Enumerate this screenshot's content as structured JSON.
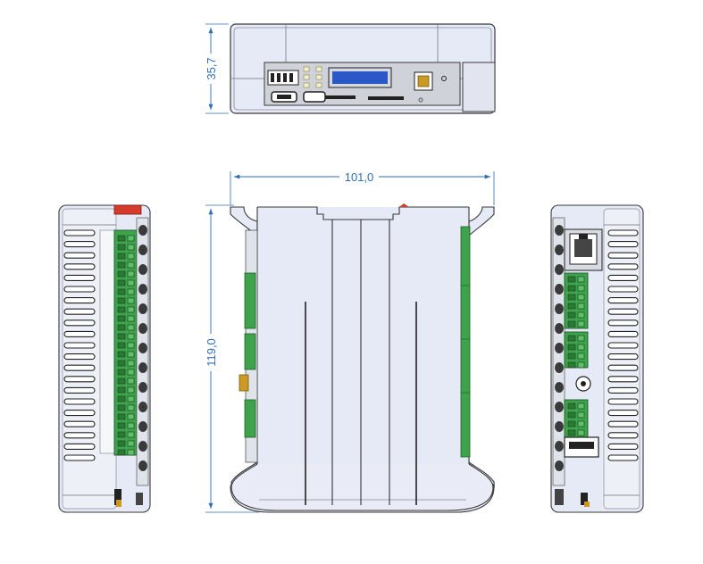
{
  "dimensions": {
    "height_top": "35,7",
    "width_front": "101,0",
    "height_front": "119,0"
  },
  "colors": {
    "dimension": "#2f6fb5",
    "body": "#e6e9f6",
    "outline": "#3a3a3a",
    "terminal": "#3fa34d",
    "panel": "#c9ccd3",
    "lcd": "#2a58c6",
    "red_tab": "#d63a2a",
    "connector": "#cc9a22"
  }
}
